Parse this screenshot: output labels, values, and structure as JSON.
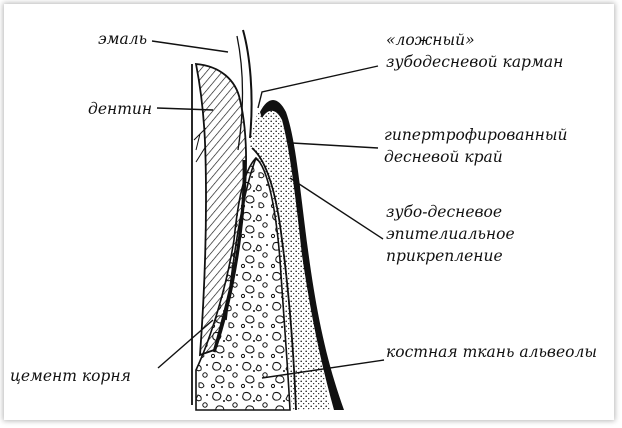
{
  "labels": {
    "enamel": "эмаль",
    "dentin": "дентин",
    "false_pocket_line1": "«ложный»",
    "false_pocket_line2": "зубодесневой карман",
    "hyper_margin_line1": "гипертрофированный",
    "hyper_margin_line2": "десневой край",
    "epithelial_line1": "зубо-десневое",
    "epithelial_line2": "эпителиальное",
    "epithelial_line3": "прикрепление",
    "cementum": "цемент корня",
    "alveolar_bone": "костная ткань альвеолы"
  },
  "colors": {
    "ink": "#111111",
    "background": "#ffffff"
  }
}
